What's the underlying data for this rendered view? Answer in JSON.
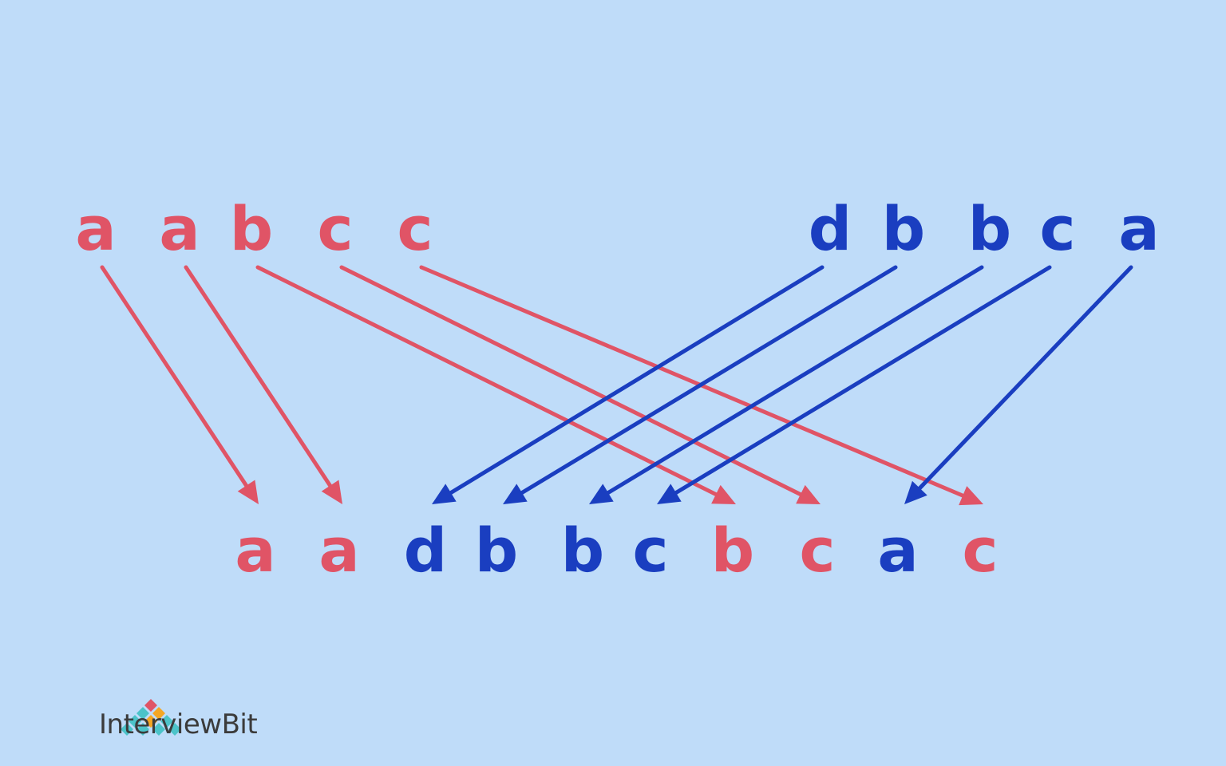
{
  "colors": {
    "red": "#e05466",
    "blue": "#1a3ec0",
    "background": "#bfdcf9"
  },
  "string1": [
    "a",
    "a",
    "b",
    "c",
    "c"
  ],
  "string2": [
    "d",
    "b",
    "b",
    "c",
    "a"
  ],
  "merged": [
    {
      "ch": "a",
      "src": "string1"
    },
    {
      "ch": "a",
      "src": "string1"
    },
    {
      "ch": "d",
      "src": "string2"
    },
    {
      "ch": "b",
      "src": "string2"
    },
    {
      "ch": "b",
      "src": "string2"
    },
    {
      "ch": "c",
      "src": "string2"
    },
    {
      "ch": "b",
      "src": "string1"
    },
    {
      "ch": "c",
      "src": "string1"
    },
    {
      "ch": "a",
      "src": "string2"
    },
    {
      "ch": "c",
      "src": "string1"
    }
  ],
  "mapping_string1": [
    0,
    1,
    6,
    7,
    9
  ],
  "mapping_string2": [
    2,
    3,
    4,
    5,
    8
  ],
  "logo": {
    "text": "InterviewBit",
    "icon": "interviewbit-logo-icon"
  }
}
